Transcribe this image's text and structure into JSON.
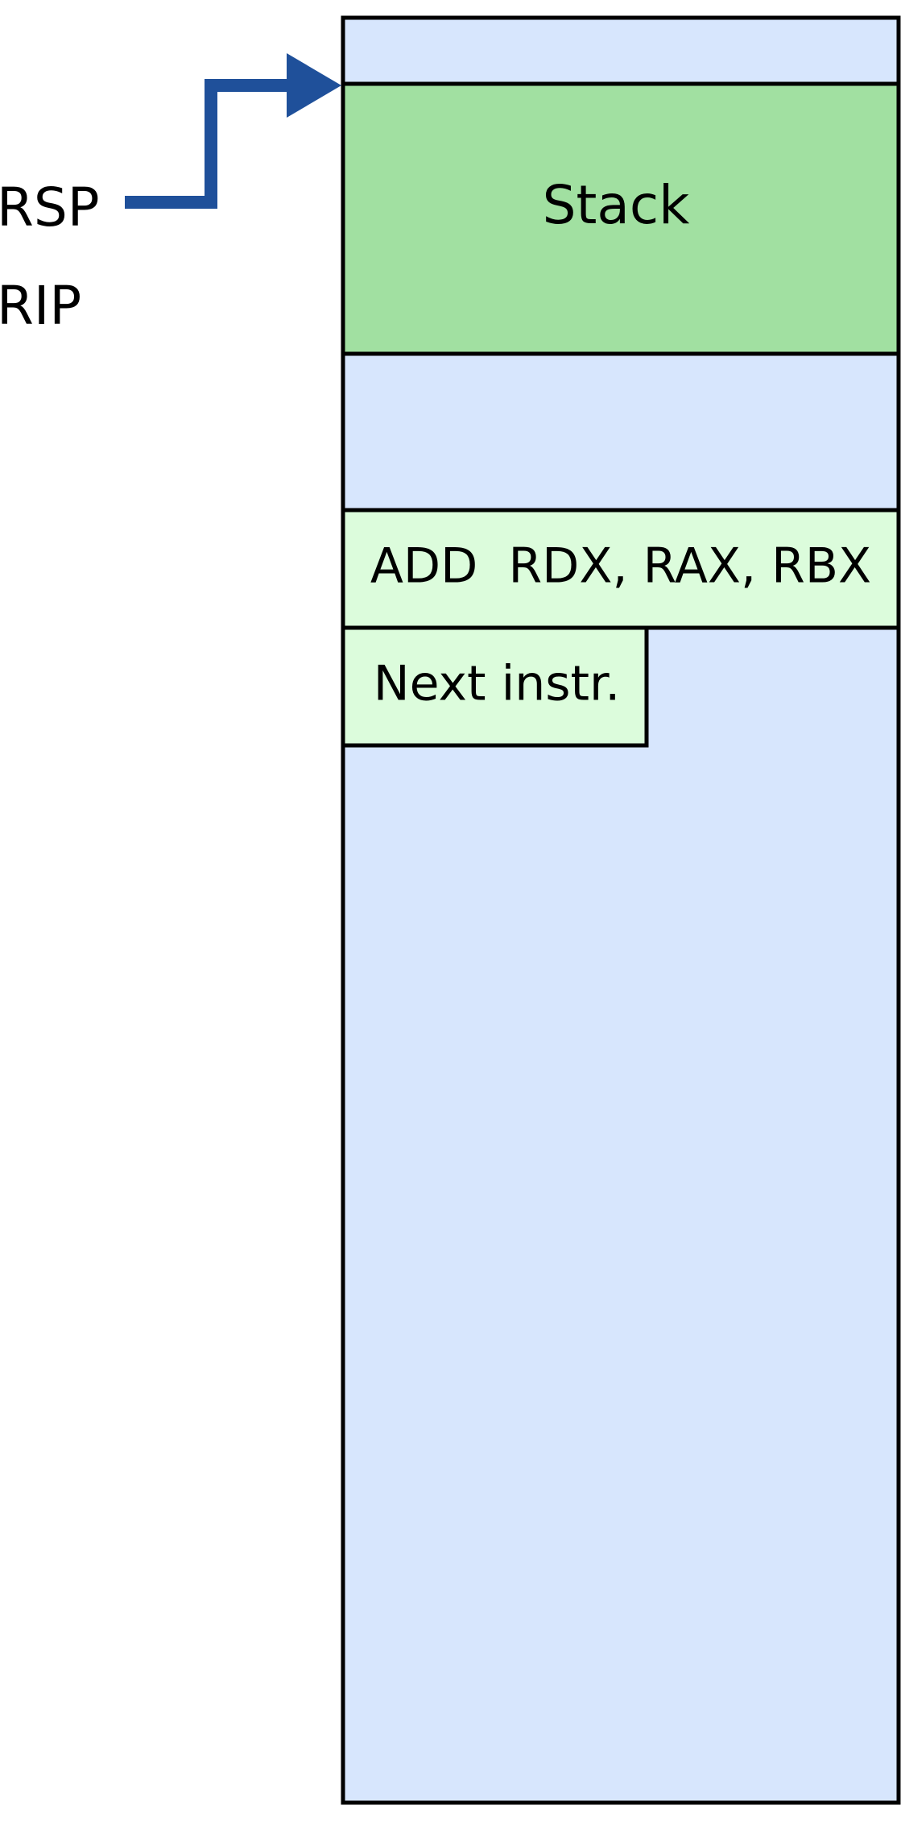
{
  "registers": {
    "rsp_label": "RSP",
    "rip_label": "RIP"
  },
  "memory": {
    "stack_label": "Stack",
    "instruction_label": "ADD  RDX, RAX, RBX",
    "next_instruction_label": "Next instr."
  },
  "colors": {
    "memory_background": "#d7e6fd",
    "stack_fill": "#a1e0a1",
    "instruction_fill": "#dcfcdc",
    "arrow": "#1f509a",
    "outline": "#000000"
  }
}
